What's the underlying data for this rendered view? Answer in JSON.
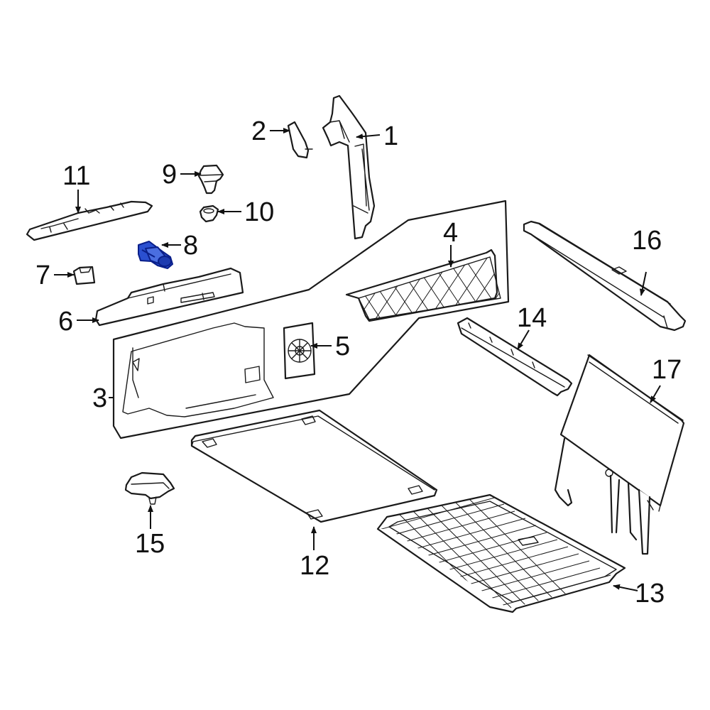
{
  "colors": {
    "line": "#1a1a1a",
    "background": "#ffffff",
    "highlight": "#2a4fd0",
    "highlight_dark": "#0a1f8a"
  },
  "callouts": {
    "c1": "1",
    "c2": "2",
    "c3": "3",
    "c4": "4",
    "c5": "5",
    "c6": "6",
    "c7": "7",
    "c8": "8",
    "c9": "9",
    "c10": "10",
    "c11": "11",
    "c12": "12",
    "c13": "13",
    "c14": "14",
    "c15": "15",
    "c16": "16",
    "c17": "17"
  },
  "highlighted_part": "8"
}
